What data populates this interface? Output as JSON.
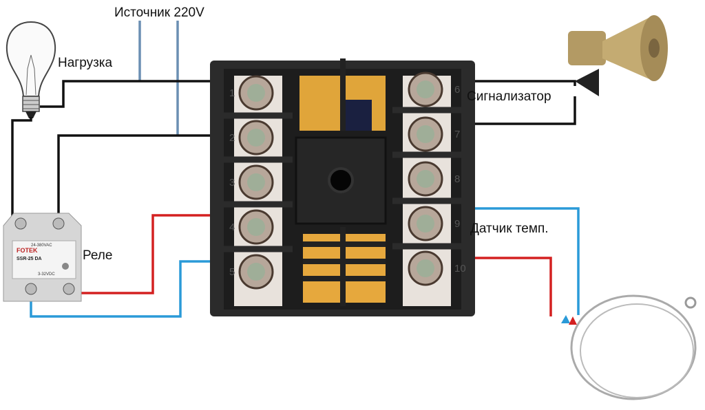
{
  "labels": {
    "source": "Источник 220V",
    "load": "Нагрузка",
    "alarm": "Сигнализатор",
    "relay": "Реле",
    "sensor": "Датчик темп."
  },
  "terminals": [
    "1",
    "2",
    "3",
    "4",
    "5",
    "6",
    "7",
    "8",
    "9",
    "10"
  ],
  "relay_markings": {
    "brand": "FOTEK",
    "model": "SSR-25 DA",
    "load_rating": "24-380VAC",
    "input_rating": "3-32VDC"
  },
  "colors": {
    "black_wire": "#111111",
    "blue_wire": "#2a9ad8",
    "source_wire": "#6b8fb3",
    "red_wire": "#d42020",
    "socket": "#2b2b2b",
    "horn": "#b39a64"
  }
}
